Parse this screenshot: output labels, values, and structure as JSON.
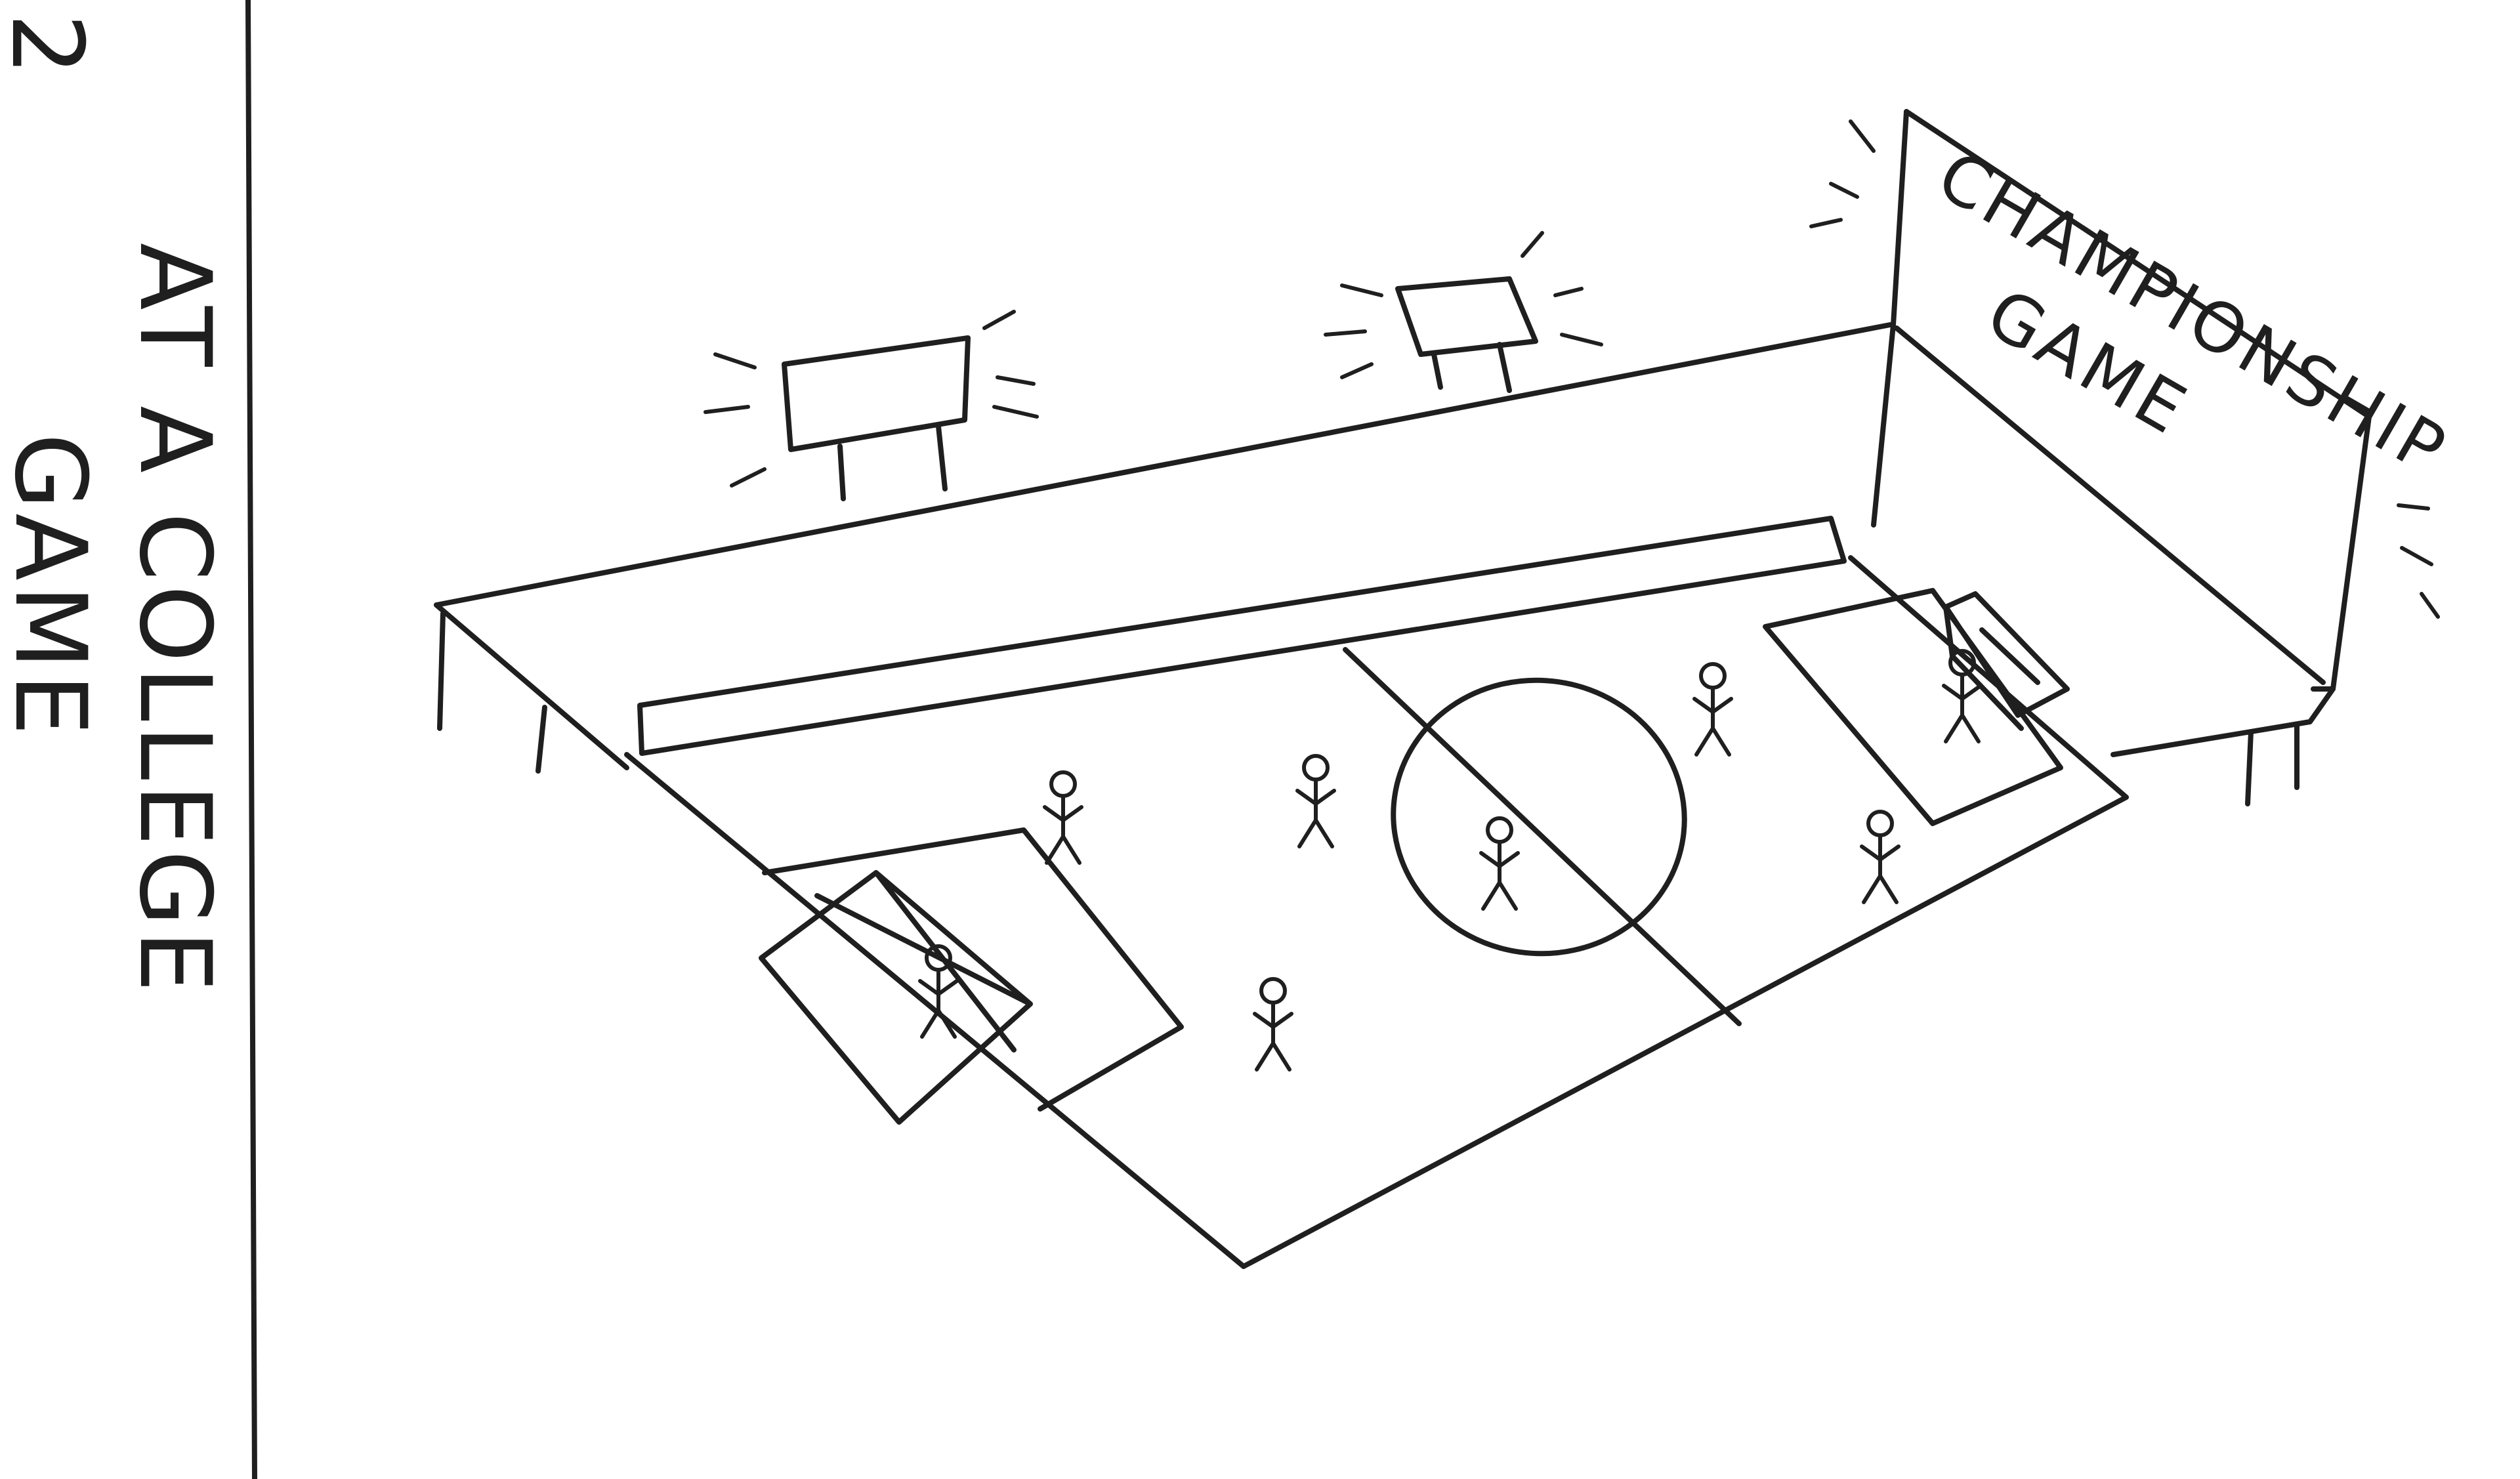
{
  "caption": {
    "line1": "AT A COLLEGE",
    "line2": "GAME",
    "edge_fragment": "2"
  },
  "banner": {
    "line1": "CHAMPIONSHIP",
    "line2": "GAME"
  },
  "colors": {
    "paper": "#ffffff",
    "ink": "#1f1f1f"
  }
}
